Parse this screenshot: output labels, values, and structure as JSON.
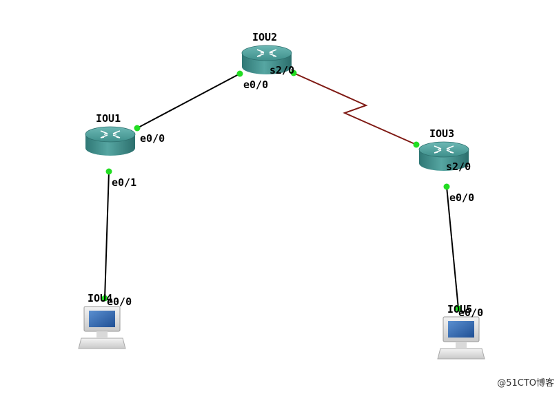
{
  "diagram": {
    "nodes": [
      {
        "id": "IOU1",
        "label": "IOU1",
        "kind": "router"
      },
      {
        "id": "IOU2",
        "label": "IOU2",
        "kind": "router"
      },
      {
        "id": "IOU3",
        "label": "IOU3",
        "kind": "router"
      },
      {
        "id": "IOU4",
        "label": "IOU4",
        "kind": "host"
      },
      {
        "id": "IOU5",
        "label": "IOU5",
        "kind": "host"
      }
    ],
    "links": [
      {
        "from": "IOU1",
        "from_port": "e0/0",
        "to": "IOU2",
        "to_port": "e0/0",
        "type": "ethernet",
        "color": "#000000"
      },
      {
        "from": "IOU2",
        "from_port": "s2/0",
        "to": "IOU3",
        "to_port": "s2/0",
        "type": "serial",
        "color": "#7f1a14"
      },
      {
        "from": "IOU1",
        "from_port": "e0/1",
        "to": "IOU4",
        "to_port": "e0/0",
        "type": "ethernet",
        "color": "#000000"
      },
      {
        "from": "IOU3",
        "from_port": "e0/0",
        "to": "IOU5",
        "to_port": "e0/0",
        "type": "ethernet",
        "color": "#000000"
      }
    ],
    "status_color": "#22dd22",
    "router_color": "#3e8f8c"
  },
  "watermark": "@51CTO博客"
}
